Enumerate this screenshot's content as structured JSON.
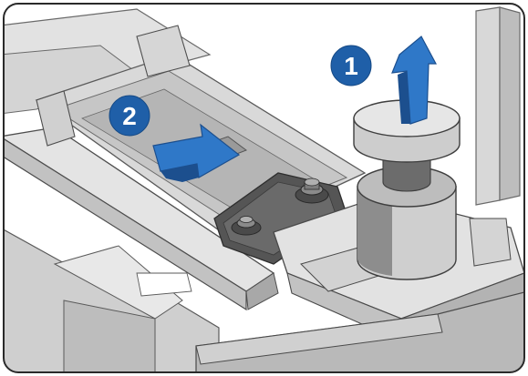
{
  "steps": [
    {
      "number": "1",
      "action": "pull-up"
    },
    {
      "number": "2",
      "action": "slide-out"
    }
  ],
  "colors": {
    "frame_border": "#2a2a2a",
    "badge_fill": "#1f5fa8",
    "badge_text": "#ffffff",
    "arrow_fill": "#2f78c8",
    "arrow_dark": "#1c4f8e",
    "metal_light": "#e6e6e6",
    "metal_mid": "#c9c9c9",
    "metal_dark": "#7a7a7a",
    "metal_shadow": "#5a5a5a",
    "background": "#ffffff"
  }
}
